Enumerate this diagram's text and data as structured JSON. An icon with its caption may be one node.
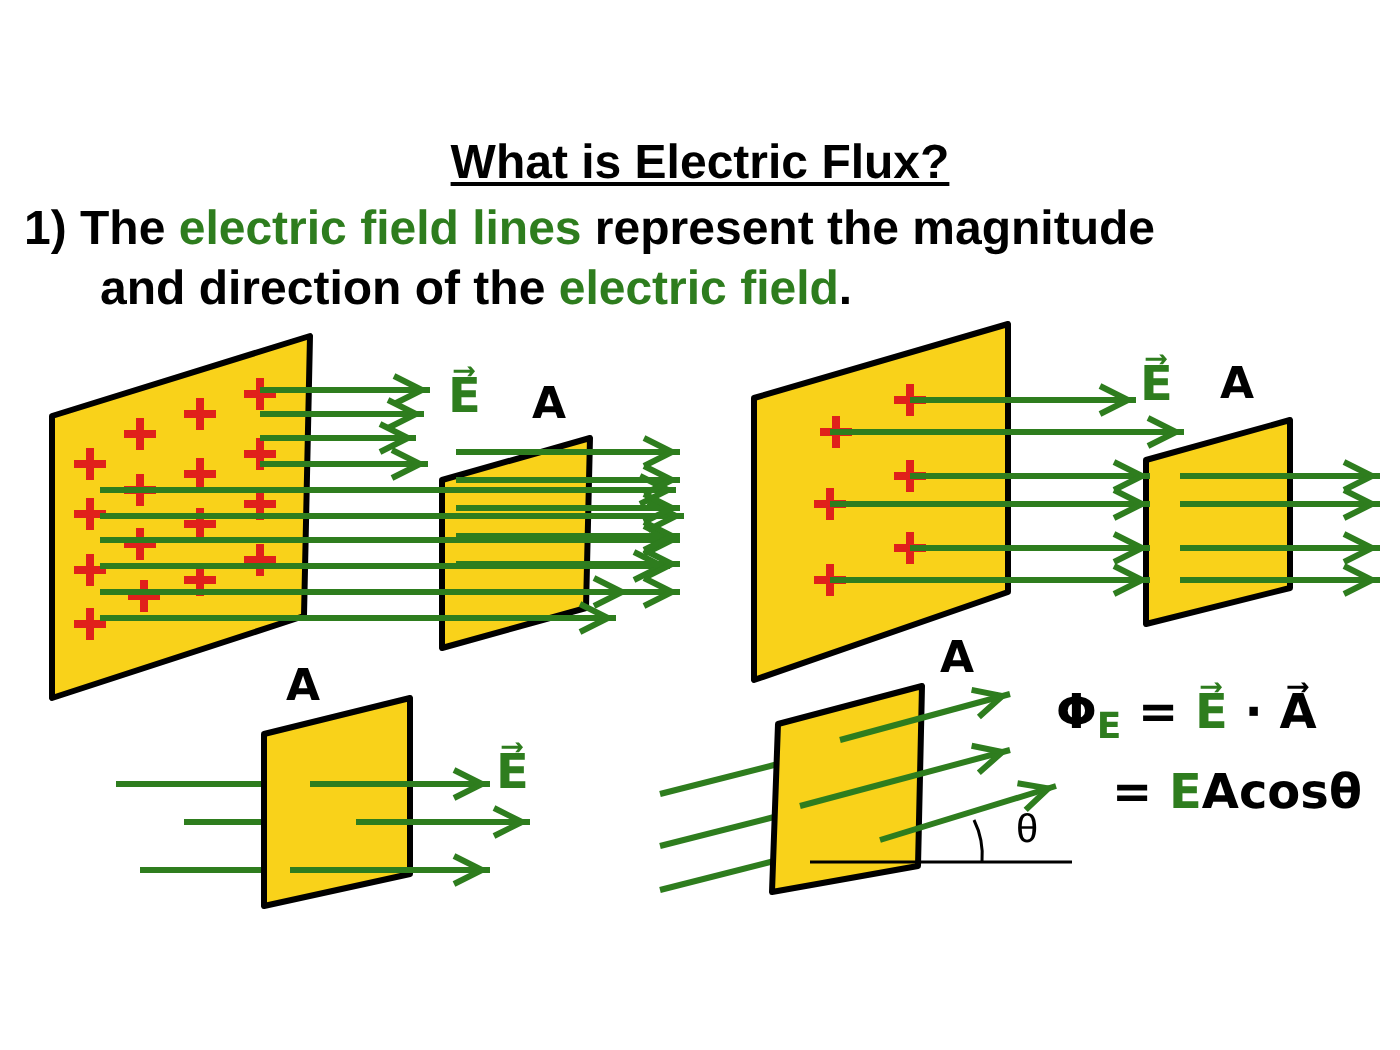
{
  "diagram": {
    "title": "What is Electric Flux?",
    "labels": [
      "1) The **electric field lines** represent the magnitude and direction of the **electric field**.",
      "E⃗",
      "A",
      "E⃗",
      "A",
      "A",
      "E⃗",
      "A",
      "Φ$_{E}$ = **E⃗** · A⃗",
      "= **E**Acosθ",
      "θ"
    ]
  }
}
